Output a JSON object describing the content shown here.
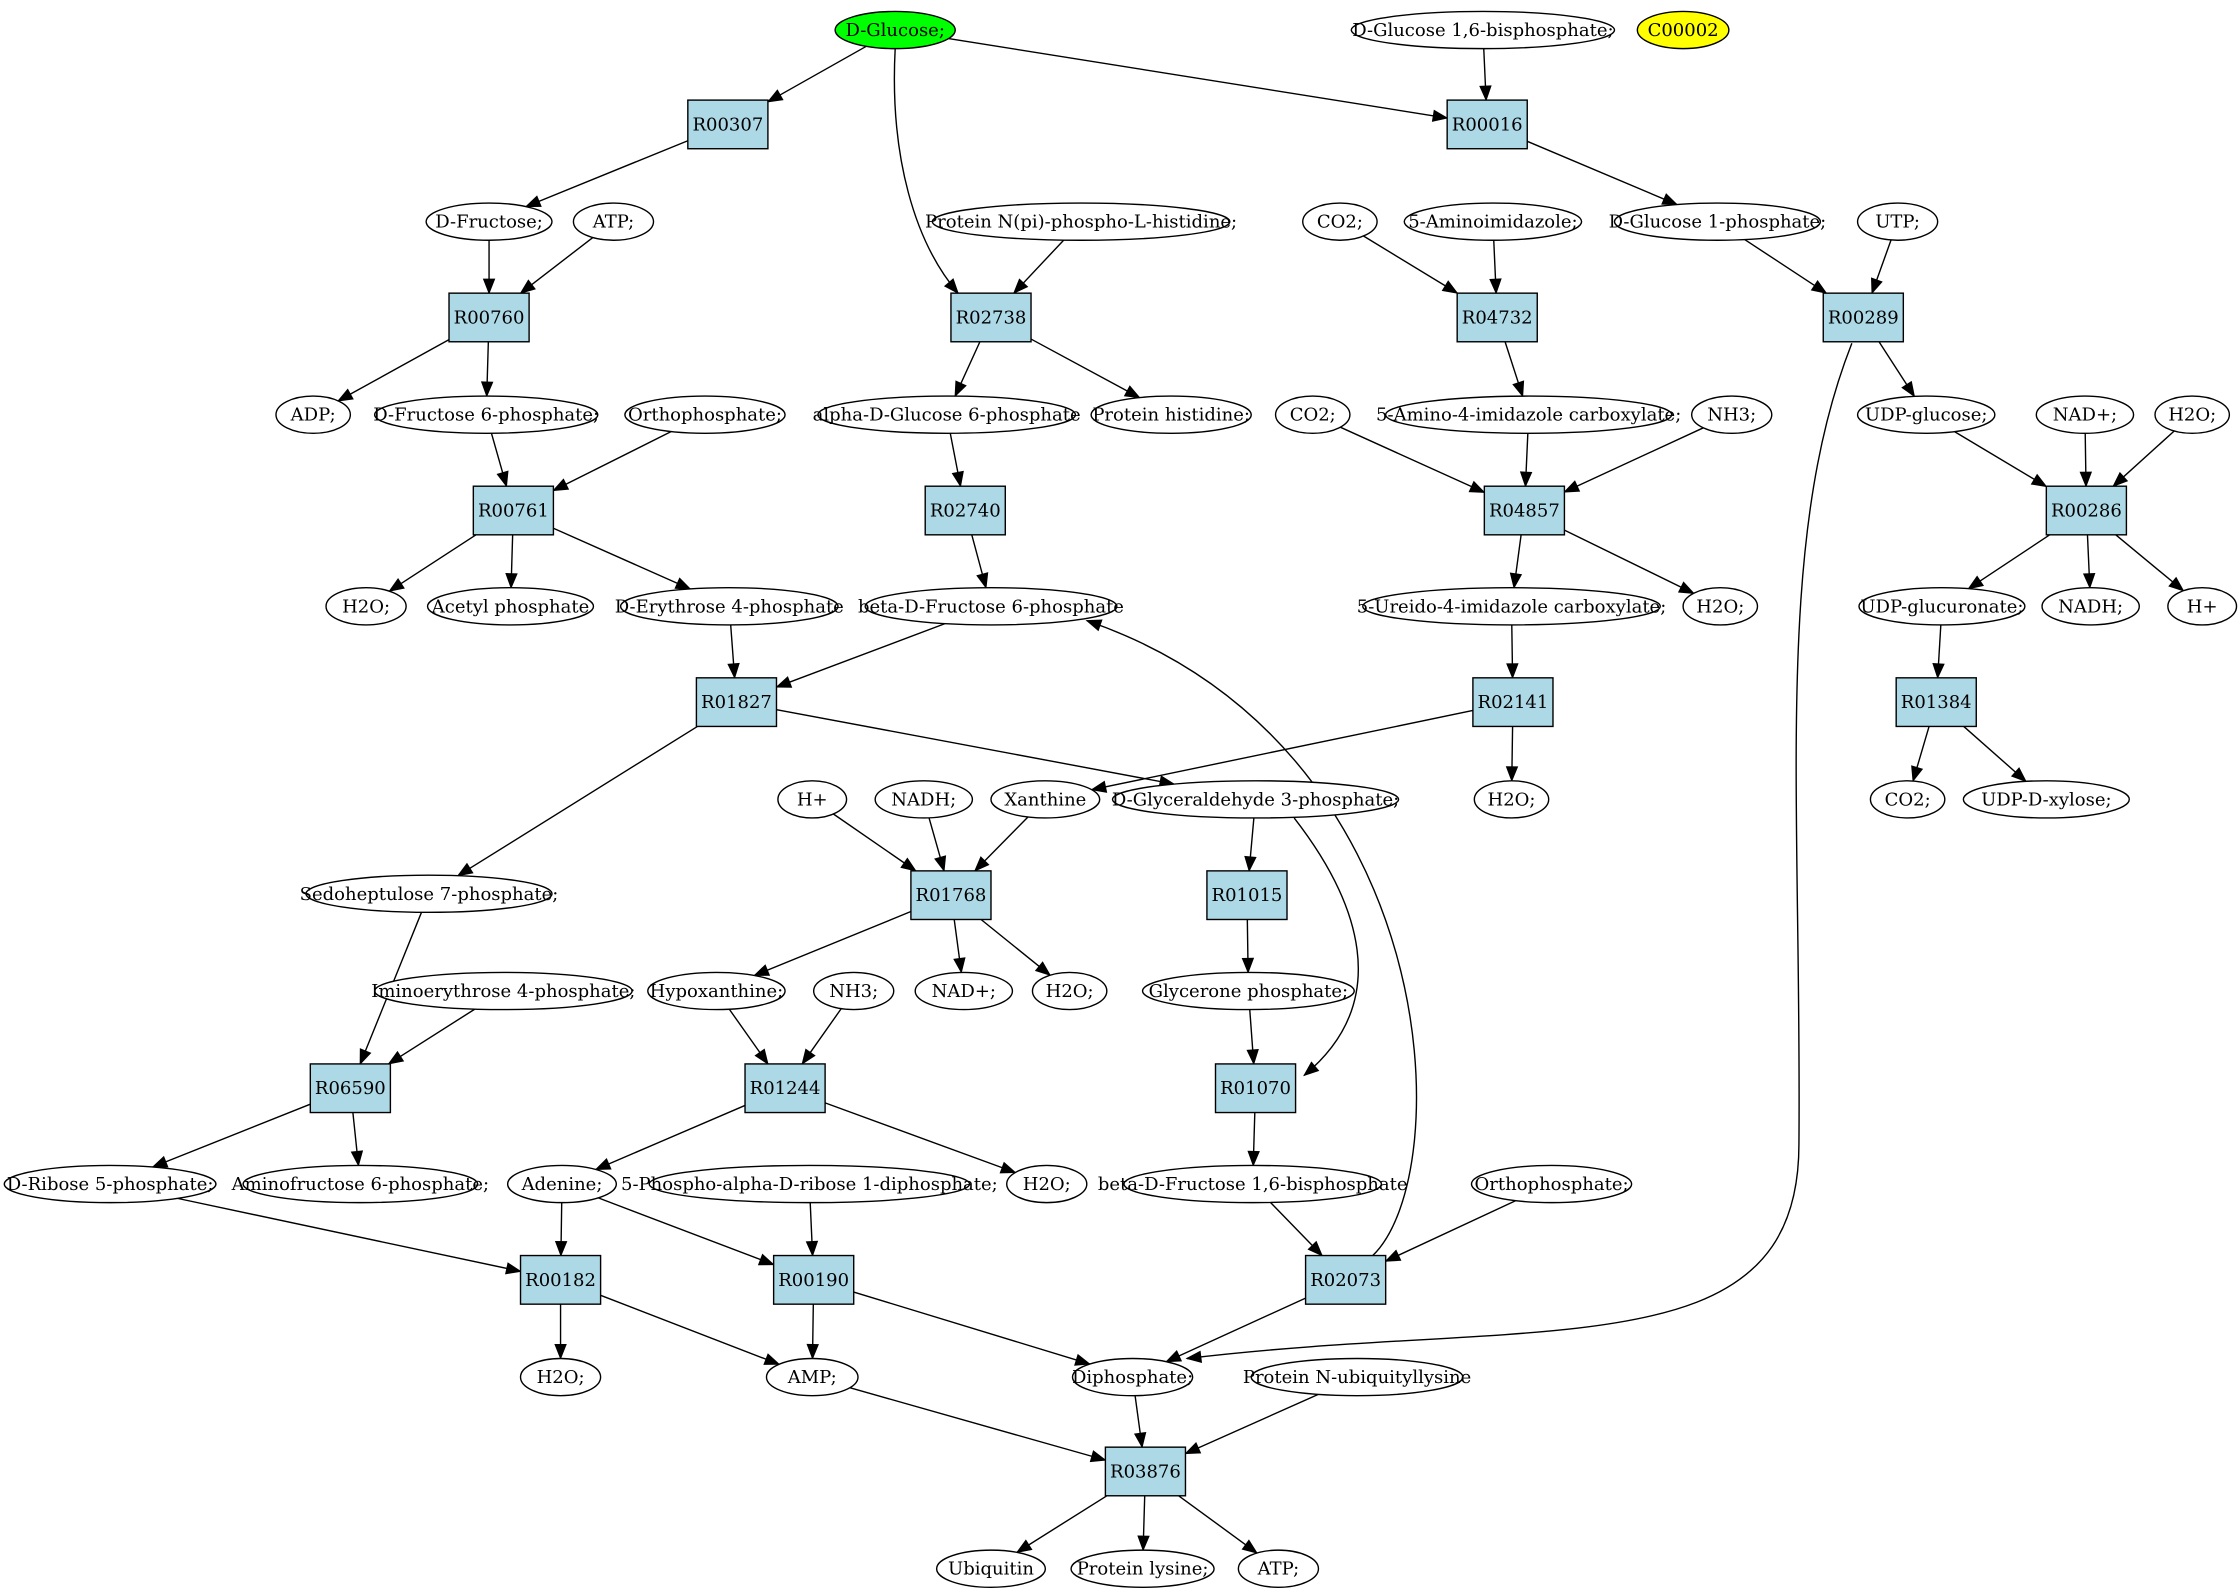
{
  "colors": {
    "background": "#ffffff",
    "reaction_fill": "#add8e6",
    "compound_fill": "#ffffff",
    "highlight_green": "#00ff00",
    "highlight_yellow": "#ffff00"
  },
  "compounds": [
    {
      "id": "c_dglucose",
      "label": "D-Glucose;",
      "fill": "#00ff00"
    },
    {
      "id": "c_g16bp",
      "label": "D-Glucose 1,6-bisphosphate;"
    },
    {
      "id": "c_c00002",
      "label": "C00002",
      "fill": "#ffff00"
    },
    {
      "id": "c_dfructose",
      "label": "D-Fructose;"
    },
    {
      "id": "c_atp1",
      "label": "ATP;"
    },
    {
      "id": "c_protnpi",
      "label": "Protein N(pi)-phospho-L-histidine;"
    },
    {
      "id": "c_co2a",
      "label": "CO2;"
    },
    {
      "id": "c_5ai",
      "label": "5-Aminoimidazole;"
    },
    {
      "id": "c_g1p",
      "label": "D-Glucose 1-phosphate;"
    },
    {
      "id": "c_utp",
      "label": "UTP;"
    },
    {
      "id": "c_adp",
      "label": "ADP;"
    },
    {
      "id": "c_f6p",
      "label": "D-Fructose 6-phosphate;"
    },
    {
      "id": "c_ortho1",
      "label": "Orthophosphate;"
    },
    {
      "id": "c_ag6p",
      "label": "alpha-D-Glucose 6-phosphate"
    },
    {
      "id": "c_prothis",
      "label": "Protein histidine;"
    },
    {
      "id": "c_co2b",
      "label": "CO2;"
    },
    {
      "id": "c_5a4ic",
      "label": "5-Amino-4-imidazole carboxylate;"
    },
    {
      "id": "c_nh3a",
      "label": "NH3;"
    },
    {
      "id": "c_udpg",
      "label": "UDP-glucose;"
    },
    {
      "id": "c_nadplus1",
      "label": "NAD+;"
    },
    {
      "id": "c_h2o_a",
      "label": "H2O;"
    },
    {
      "id": "c_h2o_b",
      "label": "H2O;"
    },
    {
      "id": "c_acetylp",
      "label": "Acetyl phosphate"
    },
    {
      "id": "c_e4p",
      "label": "D-Erythrose 4-phosphate"
    },
    {
      "id": "c_bf6p",
      "label": "beta-D-Fructose 6-phosphate"
    },
    {
      "id": "c_5u4ic",
      "label": "5-Ureido-4-imidazole carboxylate;"
    },
    {
      "id": "c_h2o_c",
      "label": "H2O;"
    },
    {
      "id": "c_udpgluc",
      "label": "UDP-glucuronate;"
    },
    {
      "id": "c_nadh1",
      "label": "NADH;"
    },
    {
      "id": "c_hplus1",
      "label": "H+"
    },
    {
      "id": "c_hplus2",
      "label": "H+"
    },
    {
      "id": "c_nadh2",
      "label": "NADH;"
    },
    {
      "id": "c_xanthine",
      "label": "Xanthine"
    },
    {
      "id": "c_gap",
      "label": "D-Glyceraldehyde 3-phosphate;"
    },
    {
      "id": "c_h2o_d",
      "label": "H2O;"
    },
    {
      "id": "c_co2c",
      "label": "CO2;"
    },
    {
      "id": "c_udpxyl",
      "label": "UDP-D-xylose;"
    },
    {
      "id": "c_s7p",
      "label": "Sedoheptulose 7-phosphate;"
    },
    {
      "id": "c_iminoe4p",
      "label": "Iminoerythrose 4-phosphate;"
    },
    {
      "id": "c_hypox",
      "label": "Hypoxanthine;"
    },
    {
      "id": "c_nh3b",
      "label": "NH3;"
    },
    {
      "id": "c_nadplus2",
      "label": "NAD+;"
    },
    {
      "id": "c_h2o_e",
      "label": "H2O;"
    },
    {
      "id": "c_gp",
      "label": "Glycerone phosphate;"
    },
    {
      "id": "c_r5p",
      "label": "D-Ribose 5-phosphate;"
    },
    {
      "id": "c_af6p",
      "label": "Aminofructose 6-phosphate;"
    },
    {
      "id": "c_adenine",
      "label": "Adenine;"
    },
    {
      "id": "c_prpp",
      "label": "5-Phospho-alpha-D-ribose 1-diphosphate;"
    },
    {
      "id": "c_h2o_f",
      "label": "H2O;"
    },
    {
      "id": "c_bf16bp",
      "label": "beta-D-Fructose 1,6-bisphosphate"
    },
    {
      "id": "c_ortho2",
      "label": "Orthophosphate;"
    },
    {
      "id": "c_h2o_g",
      "label": "H2O;"
    },
    {
      "id": "c_amp",
      "label": "AMP;"
    },
    {
      "id": "c_diphos",
      "label": "Diphosphate;"
    },
    {
      "id": "c_protubq",
      "label": "Protein N-ubiquityllysine"
    },
    {
      "id": "c_ubiquitin",
      "label": "Ubiquitin"
    },
    {
      "id": "c_protlys",
      "label": "Protein lysine;"
    },
    {
      "id": "c_atp2",
      "label": "ATP;"
    }
  ],
  "reactions": [
    {
      "id": "r_R00307",
      "label": "R00307"
    },
    {
      "id": "r_R00016",
      "label": "R00016"
    },
    {
      "id": "r_R00760",
      "label": "R00760"
    },
    {
      "id": "r_R02738",
      "label": "R02738"
    },
    {
      "id": "r_R04732",
      "label": "R04732"
    },
    {
      "id": "r_R00289",
      "label": "R00289"
    },
    {
      "id": "r_R00761",
      "label": "R00761"
    },
    {
      "id": "r_R02740",
      "label": "R02740"
    },
    {
      "id": "r_R04857",
      "label": "R04857"
    },
    {
      "id": "r_R00286",
      "label": "R00286"
    },
    {
      "id": "r_R01827",
      "label": "R01827"
    },
    {
      "id": "r_R02141",
      "label": "R02141"
    },
    {
      "id": "r_R01384",
      "label": "R01384"
    },
    {
      "id": "r_R01768",
      "label": "R01768"
    },
    {
      "id": "r_R01015",
      "label": "R01015"
    },
    {
      "id": "r_R06590",
      "label": "R06590"
    },
    {
      "id": "r_R01244",
      "label": "R01244"
    },
    {
      "id": "r_R01070",
      "label": "R01070"
    },
    {
      "id": "r_R00182",
      "label": "R00182"
    },
    {
      "id": "r_R00190",
      "label": "R00190"
    },
    {
      "id": "r_R02073",
      "label": "R02073"
    },
    {
      "id": "r_R03876",
      "label": "R03876"
    }
  ],
  "edges": [
    [
      "c_dglucose",
      "r_R00307"
    ],
    [
      "c_dglucose",
      "r_R00016"
    ],
    [
      "c_dglucose",
      "r_R02738"
    ],
    [
      "c_g16bp",
      "r_R00016"
    ],
    [
      "r_R00307",
      "c_dfructose"
    ],
    [
      "r_R00016",
      "c_g1p"
    ],
    [
      "c_dfructose",
      "r_R00760"
    ],
    [
      "c_atp1",
      "r_R00760"
    ],
    [
      "c_protnpi",
      "r_R02738"
    ],
    [
      "c_co2a",
      "r_R04732"
    ],
    [
      "c_5ai",
      "r_R04732"
    ],
    [
      "c_g1p",
      "r_R00289"
    ],
    [
      "c_utp",
      "r_R00289"
    ],
    [
      "r_R00760",
      "c_adp"
    ],
    [
      "r_R00760",
      "c_f6p"
    ],
    [
      "r_R02738",
      "c_ag6p"
    ],
    [
      "r_R02738",
      "c_prothis"
    ],
    [
      "r_R04732",
      "c_5a4ic"
    ],
    [
      "r_R00289",
      "c_udpg"
    ],
    [
      "r_R00289",
      "c_diphos"
    ],
    [
      "c_f6p",
      "r_R00761"
    ],
    [
      "c_ortho1",
      "r_R00761"
    ],
    [
      "c_ag6p",
      "r_R02740"
    ],
    [
      "c_co2b",
      "r_R04857"
    ],
    [
      "c_5a4ic",
      "r_R04857"
    ],
    [
      "c_nh3a",
      "r_R04857"
    ],
    [
      "c_udpg",
      "r_R00286"
    ],
    [
      "c_nadplus1",
      "r_R00286"
    ],
    [
      "c_h2o_a",
      "r_R00286"
    ],
    [
      "r_R00761",
      "c_h2o_b"
    ],
    [
      "r_R00761",
      "c_acetylp"
    ],
    [
      "r_R00761",
      "c_e4p"
    ],
    [
      "r_R02740",
      "c_bf6p"
    ],
    [
      "r_R04857",
      "c_5u4ic"
    ],
    [
      "r_R04857",
      "c_h2o_c"
    ],
    [
      "r_R00286",
      "c_udpgluc"
    ],
    [
      "r_R00286",
      "c_nadh1"
    ],
    [
      "r_R00286",
      "c_hplus1"
    ],
    [
      "c_e4p",
      "r_R01827"
    ],
    [
      "c_bf6p",
      "r_R01827"
    ],
    [
      "c_5u4ic",
      "r_R02141"
    ],
    [
      "c_udpgluc",
      "r_R01384"
    ],
    [
      "r_R01827",
      "c_gap"
    ],
    [
      "r_R01827",
      "c_s7p"
    ],
    [
      "r_R02141",
      "c_xanthine"
    ],
    [
      "r_R02141",
      "c_h2o_d"
    ],
    [
      "r_R01384",
      "c_co2c"
    ],
    [
      "r_R01384",
      "c_udpxyl"
    ],
    [
      "c_hplus2",
      "r_R01768"
    ],
    [
      "c_nadh2",
      "r_R01768"
    ],
    [
      "c_xanthine",
      "r_R01768"
    ],
    [
      "c_gap",
      "r_R01015"
    ],
    [
      "c_gap",
      "r_R01070"
    ],
    [
      "r_R01768",
      "c_hypox"
    ],
    [
      "r_R01768",
      "c_nadplus2"
    ],
    [
      "r_R01768",
      "c_h2o_e"
    ],
    [
      "r_R01015",
      "c_gp"
    ],
    [
      "c_s7p",
      "r_R06590"
    ],
    [
      "c_iminoe4p",
      "r_R06590"
    ],
    [
      "c_hypox",
      "r_R01244"
    ],
    [
      "c_nh3b",
      "r_R01244"
    ],
    [
      "c_gp",
      "r_R01070"
    ],
    [
      "r_R06590",
      "c_r5p"
    ],
    [
      "r_R06590",
      "c_af6p"
    ],
    [
      "r_R01244",
      "c_adenine"
    ],
    [
      "r_R01244",
      "c_h2o_f"
    ],
    [
      "r_R01070",
      "c_bf16bp"
    ],
    [
      "c_r5p",
      "r_R00182"
    ],
    [
      "c_adenine",
      "r_R00182"
    ],
    [
      "c_adenine",
      "r_R00190"
    ],
    [
      "c_prpp",
      "r_R00190"
    ],
    [
      "c_bf16bp",
      "r_R02073"
    ],
    [
      "c_ortho2",
      "r_R02073"
    ],
    [
      "r_R02073",
      "c_bf6p"
    ],
    [
      "r_R00182",
      "c_h2o_g"
    ],
    [
      "r_R00182",
      "c_amp"
    ],
    [
      "r_R00190",
      "c_amp"
    ],
    [
      "r_R00190",
      "c_diphos"
    ],
    [
      "r_R02073",
      "c_diphos"
    ],
    [
      "c_amp",
      "r_R03876"
    ],
    [
      "c_diphos",
      "r_R03876"
    ],
    [
      "c_protubq",
      "r_R03876"
    ],
    [
      "r_R03876",
      "c_ubiquitin"
    ],
    [
      "r_R03876",
      "c_protlys"
    ],
    [
      "r_R03876",
      "c_atp2"
    ]
  ]
}
